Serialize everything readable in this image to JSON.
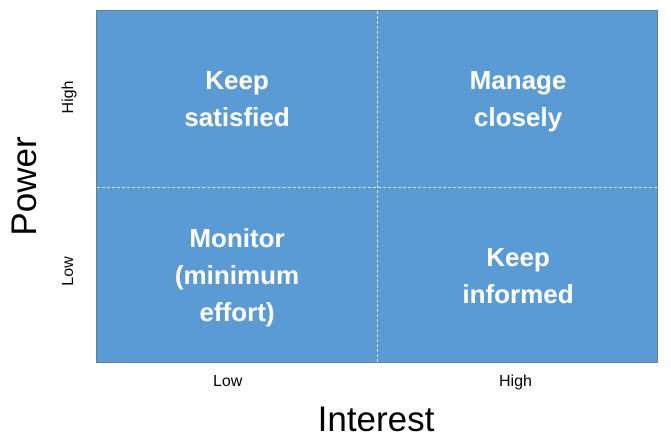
{
  "quadrants": {
    "top_left": [
      "Keep",
      "satisfied"
    ],
    "top_right": [
      "Manage",
      "closely"
    ],
    "bottom_left": [
      "Monitor",
      "(minimum",
      "effort)"
    ],
    "bottom_right": [
      "Keep",
      "informed"
    ]
  },
  "x_axis": {
    "label": "Interest",
    "low": "Low",
    "high": "High"
  },
  "y_axis": {
    "label": "Power",
    "low": "Low",
    "high": "High"
  },
  "colors": {
    "fill": "#5b9bd5",
    "divider": "#dce9f6",
    "text": "#ffffff"
  }
}
